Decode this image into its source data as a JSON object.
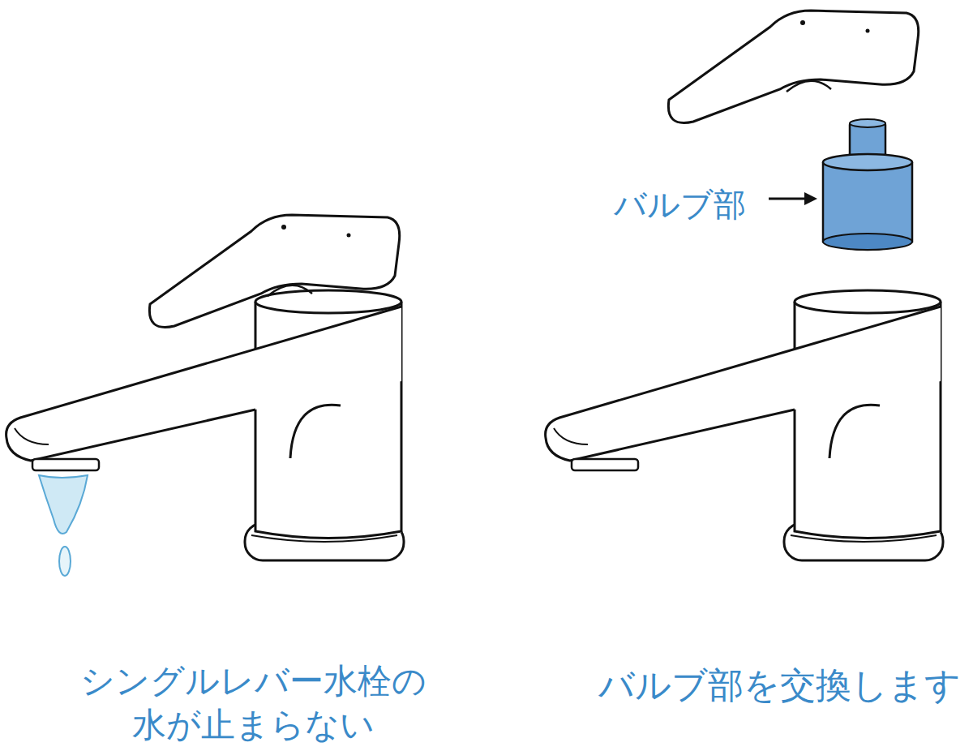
{
  "diagram": {
    "labels": [
      "バルブ部",
      "シングルレバー水栓の 水が止まらない",
      "バルブ部を交換します"
    ]
  }
}
